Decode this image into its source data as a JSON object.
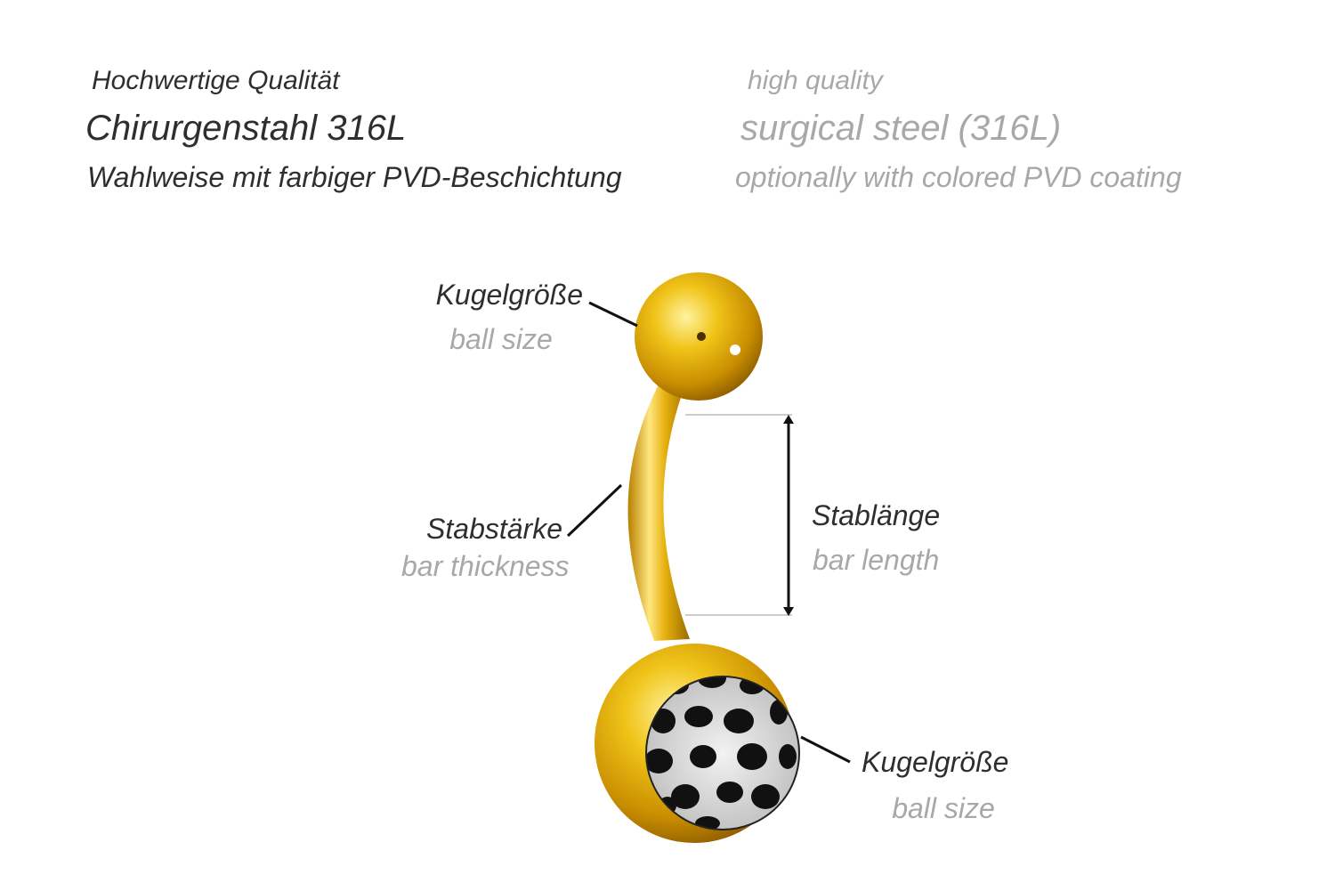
{
  "header": {
    "de": {
      "quality": "Hochwertige Qualität",
      "material": "Chirurgenstahl 316L",
      "coating": "Wahlweise mit farbiger PVD-Beschichtung"
    },
    "en": {
      "quality": "high quality",
      "material": "surgical steel (316L)",
      "coating": "optionally with colored PVD coating"
    }
  },
  "labels": {
    "top_ball": {
      "de": "Kugelgröße",
      "en": "ball size"
    },
    "bar_thickness": {
      "de": "Stabstärke",
      "en": "bar thickness"
    },
    "bar_length": {
      "de": "Stablänge",
      "en": "bar length"
    },
    "bottom_ball": {
      "de": "Kugelgröße",
      "en": "ball size"
    }
  },
  "colors": {
    "text_dark": "#2e2e2e",
    "text_light": "#a8a8a8",
    "gold": "#e8b90f"
  }
}
